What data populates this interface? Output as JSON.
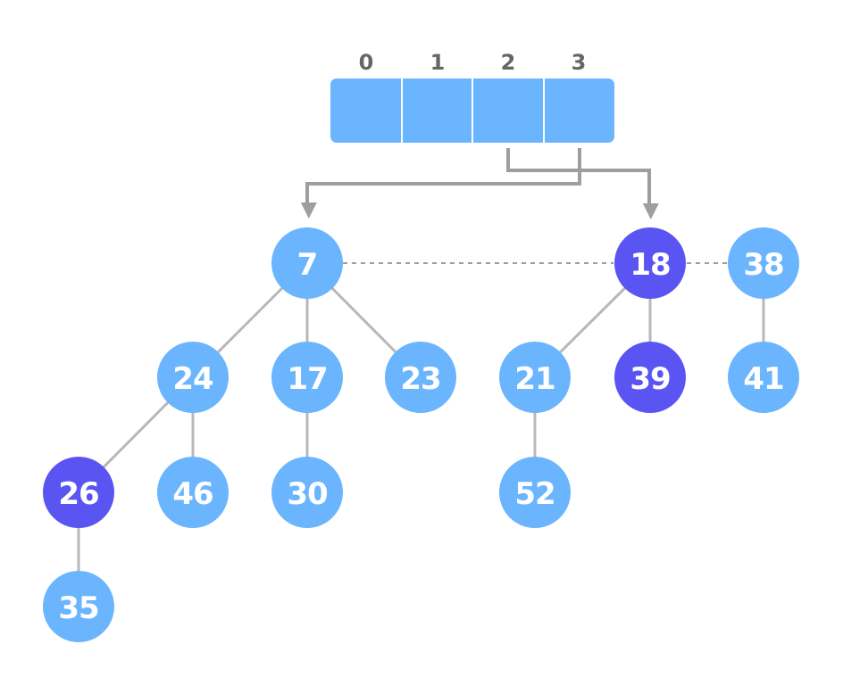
{
  "colors": {
    "array_fill": "#6bb5fe",
    "node_normal": "#6bb5fe",
    "node_marked": "#5a55f2",
    "edge": "#b8b8b8",
    "pointer": "#9e9e9e",
    "dashed": "#9e9e9e",
    "index_text": "#666666",
    "node_text": "#ffffff"
  },
  "array": {
    "indices": [
      "0",
      "1",
      "2",
      "3"
    ]
  },
  "nodes": [
    {
      "id": "n7",
      "label": "7",
      "marked": false
    },
    {
      "id": "n18",
      "label": "18",
      "marked": true
    },
    {
      "id": "n38",
      "label": "38",
      "marked": false
    },
    {
      "id": "n24",
      "label": "24",
      "marked": false
    },
    {
      "id": "n17",
      "label": "17",
      "marked": false
    },
    {
      "id": "n23",
      "label": "23",
      "marked": false
    },
    {
      "id": "n21",
      "label": "21",
      "marked": false
    },
    {
      "id": "n39",
      "label": "39",
      "marked": true
    },
    {
      "id": "n41",
      "label": "41",
      "marked": false
    },
    {
      "id": "n26",
      "label": "26",
      "marked": true
    },
    {
      "id": "n46",
      "label": "46",
      "marked": false
    },
    {
      "id": "n30",
      "label": "30",
      "marked": false
    },
    {
      "id": "n52",
      "label": "52",
      "marked": false
    },
    {
      "id": "n35",
      "label": "35",
      "marked": false
    }
  ],
  "edges": [
    [
      "n7",
      "n24"
    ],
    [
      "n7",
      "n17"
    ],
    [
      "n7",
      "n23"
    ],
    [
      "n24",
      "n26"
    ],
    [
      "n24",
      "n46"
    ],
    [
      "n17",
      "n30"
    ],
    [
      "n26",
      "n35"
    ],
    [
      "n18",
      "n21"
    ],
    [
      "n18",
      "n39"
    ],
    [
      "n21",
      "n52"
    ],
    [
      "n38",
      "n41"
    ]
  ],
  "root_links": [
    [
      "n7",
      "n18"
    ],
    [
      "n18",
      "n38"
    ]
  ],
  "pointers": [
    {
      "from_index": 3,
      "to": "n7"
    },
    {
      "from_index": 2,
      "to": "n18"
    }
  ]
}
